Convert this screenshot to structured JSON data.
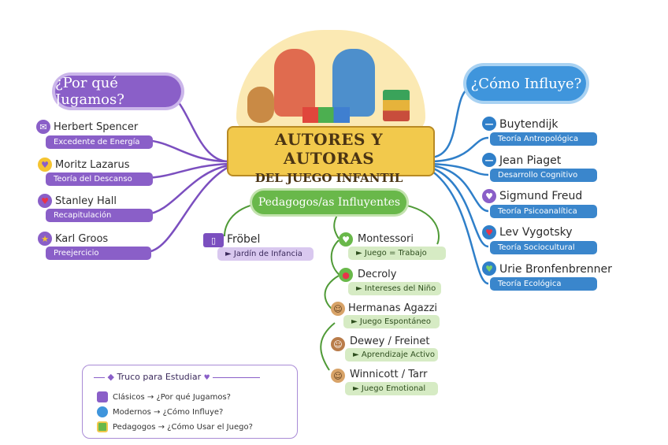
{
  "title_line1": "AUTORES Y AUTORAS",
  "title_line2": "DEL JUEGO INFANTIL",
  "left_cloud": "¿Por qué Jugamos?",
  "right_cloud": "¿Cómo Influye?",
  "center_cloud": "Pedagogos/as Influyentes",
  "left_items": [
    {
      "name": "Herbert Spencer",
      "theory": "Excedente de Energía"
    },
    {
      "name": "Moritz Lazarus",
      "theory": "Teoría del Descanso"
    },
    {
      "name": "Stanley Hall",
      "theory": "Recapitulación"
    },
    {
      "name": "Karl Groos",
      "theory": "Preejercicio"
    }
  ],
  "right_items": [
    {
      "name": "Buytendijk",
      "theory": "Teoría Antropológica"
    },
    {
      "name": "Jean Piaget",
      "theory": "Desarrollo Cognitivo"
    },
    {
      "name": "Sigmund Freud",
      "theory": "Teoría Psicoanalítica"
    },
    {
      "name": "Lev Vygotsky",
      "theory": "Teoría Sociocultural"
    },
    {
      "name": "Urie Bronfenbrenner",
      "theory": "Teoría Ecológica"
    }
  ],
  "frobel": {
    "name": "Fröbel",
    "theory": "► Jardín de Infancia"
  },
  "center_items": [
    {
      "name": "Montessori",
      "theory": "► Juego = Trabajo"
    },
    {
      "name": "Decroly",
      "theory": "► Intereses del Niño"
    },
    {
      "name": "Hermanas Agazzi",
      "theory": "► Juego Espontáneo"
    },
    {
      "name": "Dewey / Freinet",
      "theory": "► Aprendizaje Activo"
    },
    {
      "name": "Winnicott / Tarr",
      "theory": "► Juego Emotional"
    }
  ],
  "legend": {
    "title": "Truco para Estudiar",
    "rows": [
      "Clásicos → ¿Por qué Jugamos?",
      "Modernos → ¿Cómo Influye?",
      "Pedagogos → ¿Cómo Usar el Juego?"
    ]
  },
  "colors": {
    "purple": "#8a5fc8",
    "blue": "#3f95dc",
    "green": "#69b84a",
    "banner": "#f2c94c"
  }
}
